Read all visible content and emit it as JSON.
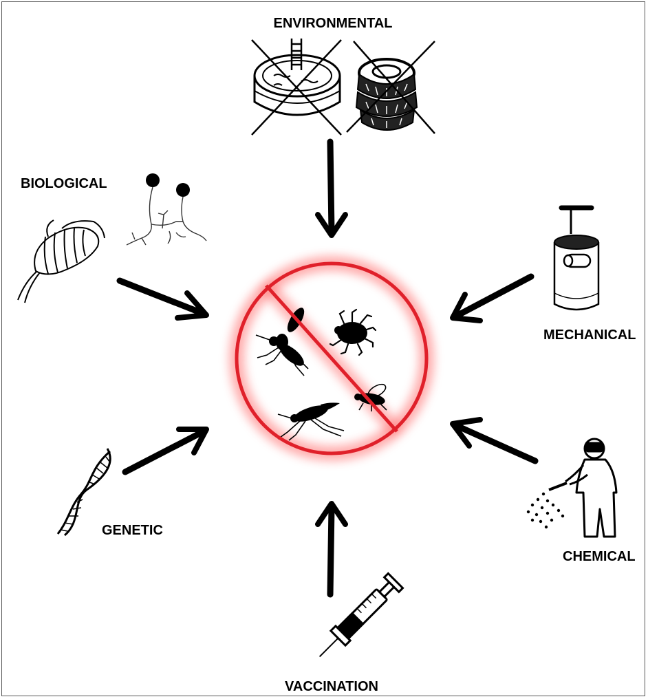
{
  "labels": {
    "environmental": "ENVIRONMENTAL",
    "biological": "BIOLOGICAL",
    "mechanical": "MECHANICAL",
    "genetic": "GENETIC",
    "chemical": "CHEMICAL",
    "vaccination": "VACCINATION"
  },
  "colors": {
    "prohibition_red": "#e0202a",
    "ink": "#000000"
  },
  "icons": {
    "center": "no-insects-sign",
    "environmental": [
      "water-container-crossed-icon",
      "tire-stack-crossed-icon"
    ],
    "biological": [
      "copepod-icon",
      "fungus-icon"
    ],
    "mechanical": "trap-jar-icon",
    "genetic": "dna-helix-icon",
    "chemical": "sprayer-person-icon",
    "vaccination": "syringe-icon"
  }
}
